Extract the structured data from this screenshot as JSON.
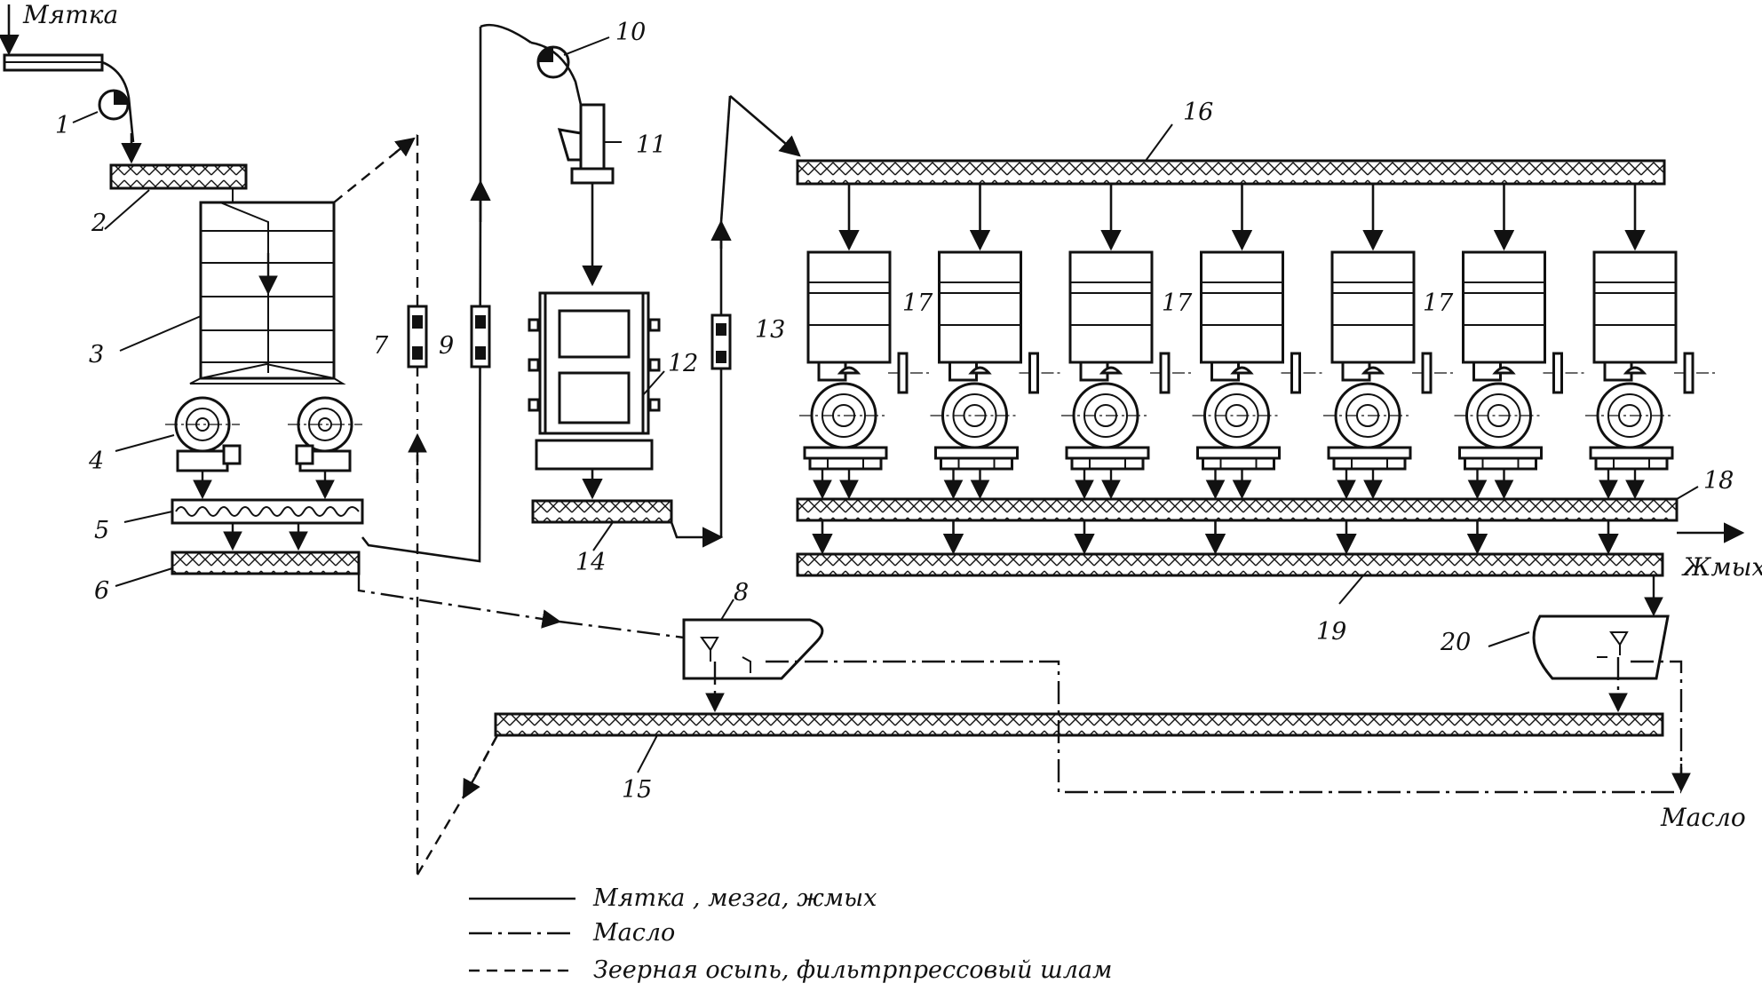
{
  "labels": {
    "input": "Мятка",
    "cake_out": "Жмых",
    "oil_out": "Масло"
  },
  "numbers": {
    "n1": "1",
    "n2": "2",
    "n3": "3",
    "n4": "4",
    "n5": "5",
    "n6": "6",
    "n7": "7",
    "n8": "8",
    "n9": "9",
    "n10": "10",
    "n11": "11",
    "n12": "12",
    "n13": "13",
    "n14": "14",
    "n15": "15",
    "n16": "16",
    "n17": "17",
    "n18": "18",
    "n19": "19",
    "n20": "20"
  },
  "legend": [
    {
      "style": "solid",
      "text": "Мятка , мезга, жмых"
    },
    {
      "style": "dash-dot",
      "text": "Масло"
    },
    {
      "style": "dashed",
      "text": "Зеерная осыпь, фильтрпрессовый шлам"
    }
  ],
  "press_count": 7
}
